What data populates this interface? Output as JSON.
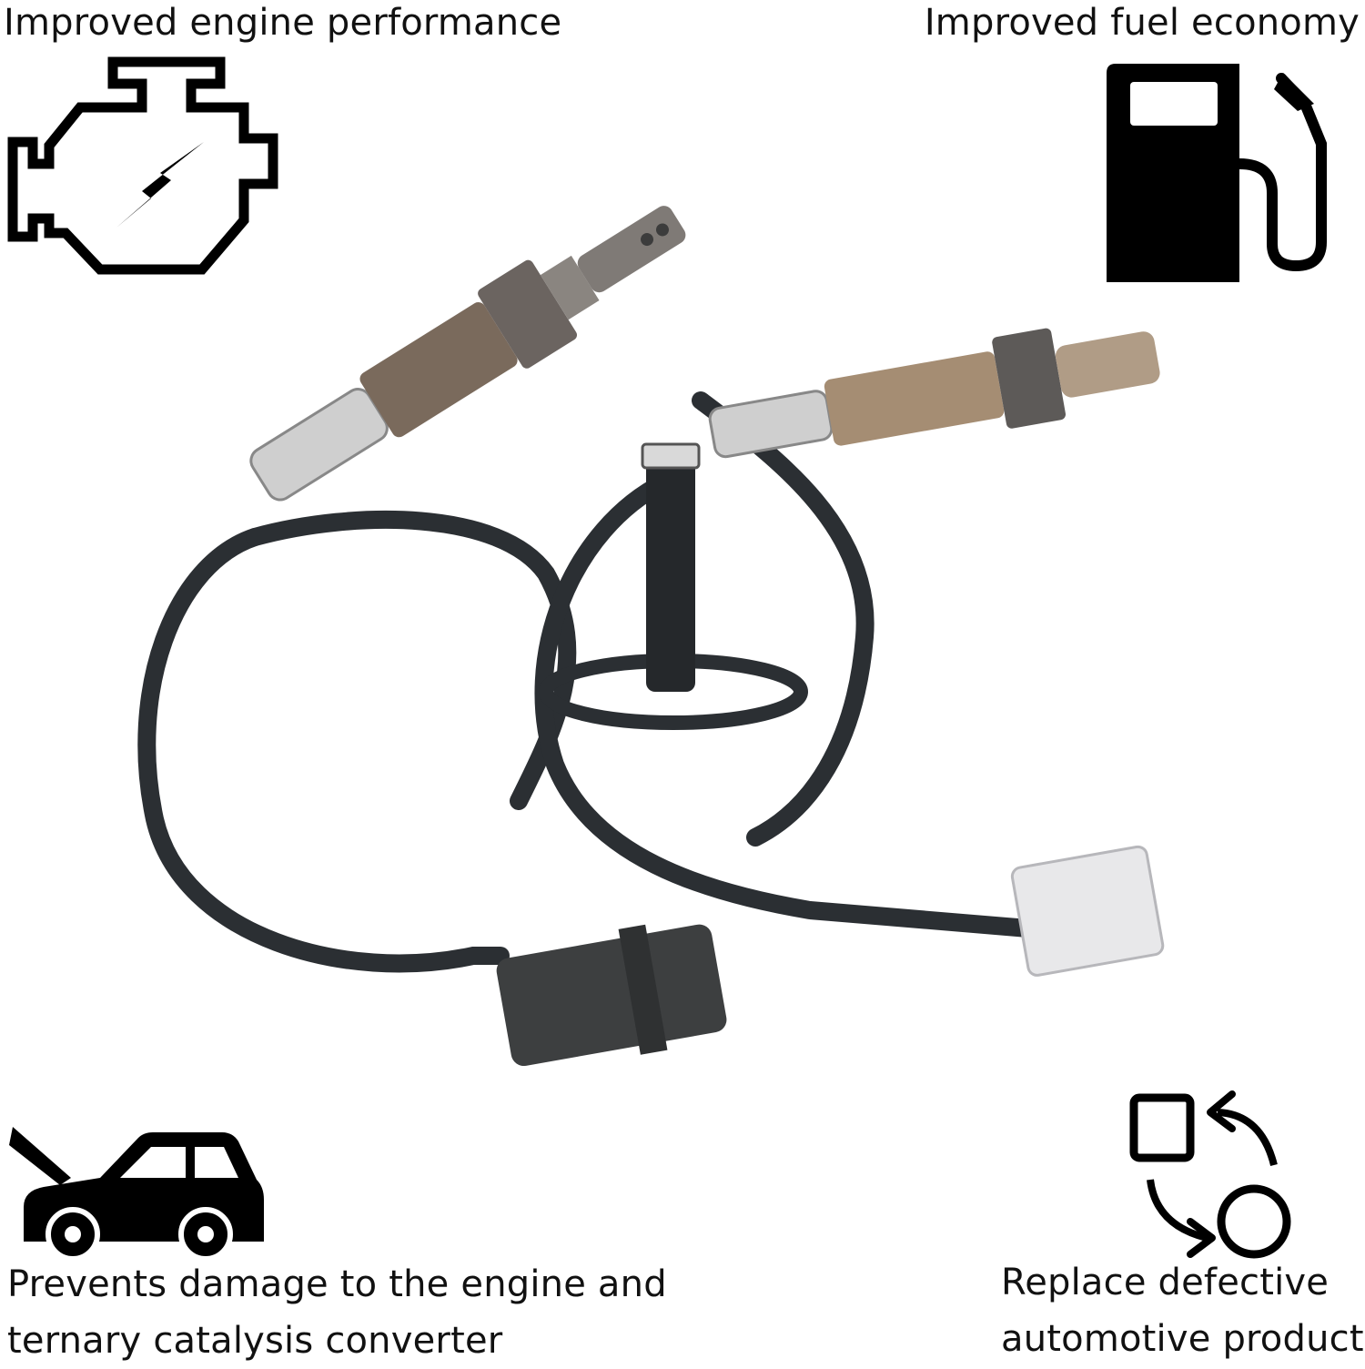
{
  "features": {
    "engine": {
      "text": "Improved engine performance",
      "icon": "check-engine-icon"
    },
    "fuel": {
      "text": "Improved fuel economy",
      "icon": "fuel-pump-icon"
    },
    "damage": {
      "line1": "Prevents damage to the engine and",
      "line2": "ternary catalysis converter",
      "icon": "car-open-hood-icon"
    },
    "replace": {
      "line1": "Replace defective",
      "line2": "automotive products",
      "icon": "replace-arrows-icon"
    }
  },
  "product": {
    "icon": "oxygen-sensor-pair-photo"
  },
  "colors": {
    "text": "#111111",
    "icon": "#000000",
    "cable": "#2b2f33",
    "sensor_body": "#7a6a5c",
    "connector_dark": "#3d3f40",
    "connector_light": "#e8e8ea",
    "background": "#ffffff"
  }
}
